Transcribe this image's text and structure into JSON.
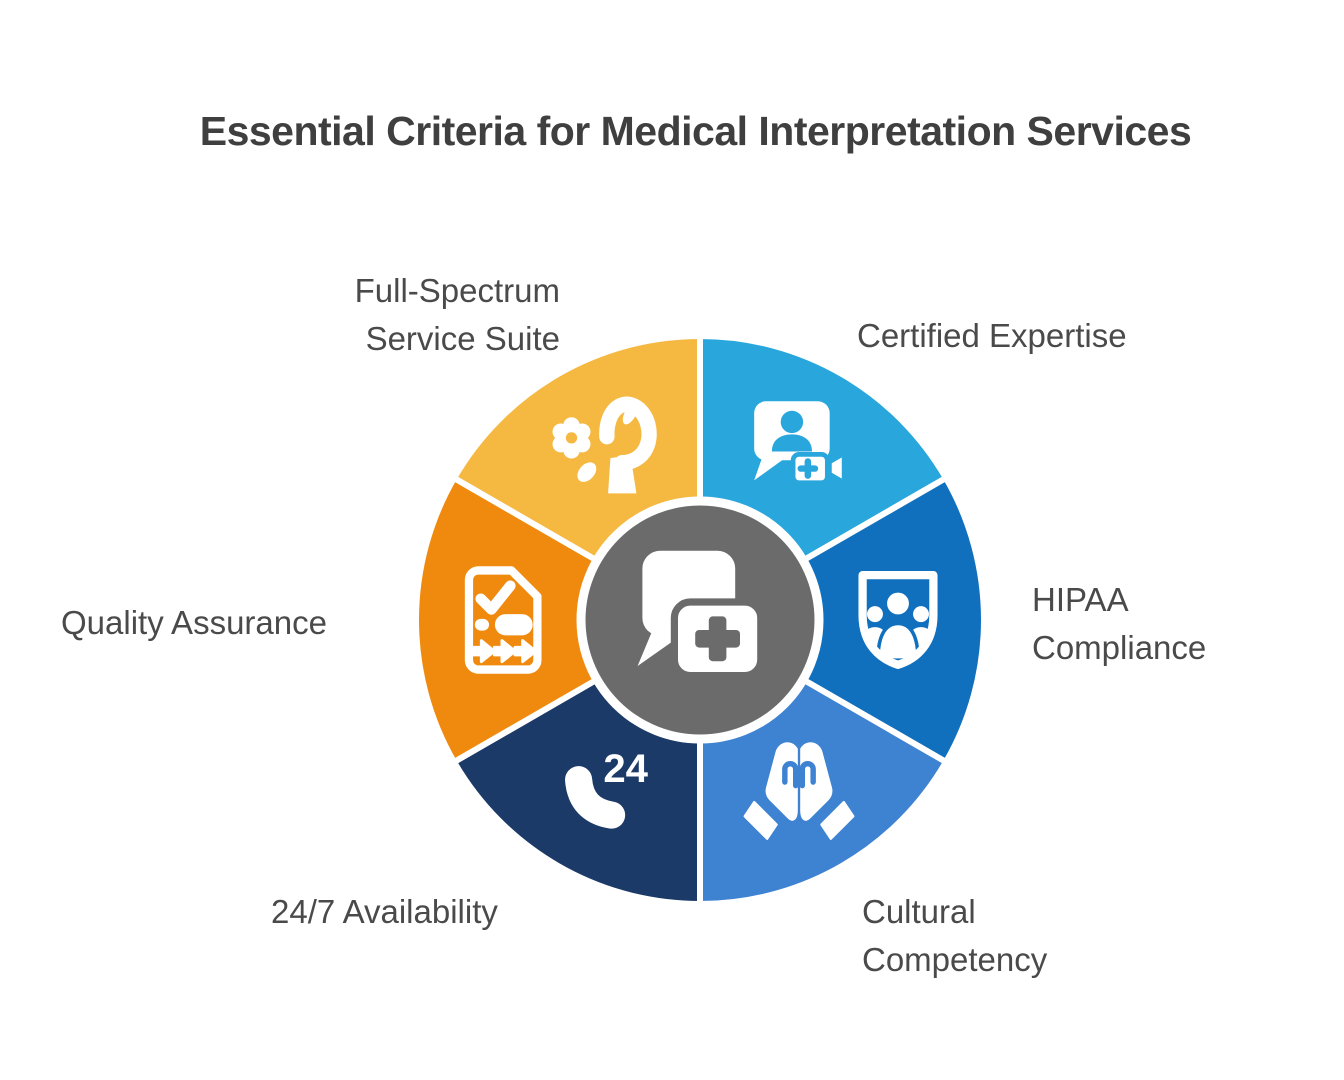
{
  "title": "Essential Criteria for Medical Interpretation Services",
  "diagram": {
    "center_icon": "chat-bubbles-medical-cross-icon",
    "center_color": "#6B6B6B",
    "divider_color": "#FFFFFF",
    "icon_color": "#FFFFFF"
  },
  "segments": [
    {
      "id": "full-spectrum-service-suite",
      "label": "Full-Spectrum Service Suite",
      "label_lines": {
        "0": "Full-Spectrum",
        "1": "Service Suite"
      },
      "color": "#F5B942",
      "icon": "hand-flower-icon"
    },
    {
      "id": "certified-expertise",
      "label": "Certified Expertise",
      "label_lines": {
        "0": "Certified Expertise"
      },
      "color": "#29A7DC",
      "icon": "interpreter-video-chat-icon"
    },
    {
      "id": "hipaa-compliance",
      "label": "HIPAA Compliance",
      "label_lines": {
        "0": "HIPAA",
        "1": "Compliance"
      },
      "color": "#1170BE",
      "icon": "shield-people-icon"
    },
    {
      "id": "cultural-competency",
      "label": "Cultural Competency",
      "label_lines": {
        "0": "Cultural",
        "1": "Competency"
      },
      "color": "#3E82D2",
      "icon": "praying-hands-icon"
    },
    {
      "id": "availability-24-7",
      "label": "24/7 Availability",
      "label_lines": {
        "0": "24/7 Availability"
      },
      "color": "#1C3A68",
      "icon": "phone-24-icon",
      "icon_text": "24"
    },
    {
      "id": "quality-assurance",
      "label": "Quality Assurance",
      "label_lines": {
        "0": "Quality Assurance"
      },
      "color": "#F08A0E",
      "icon": "checklist-document-icon"
    }
  ],
  "text_colors": {
    "title": "#3F3F3F",
    "labels": "#4A4A4A"
  },
  "background": "#FFFFFF"
}
